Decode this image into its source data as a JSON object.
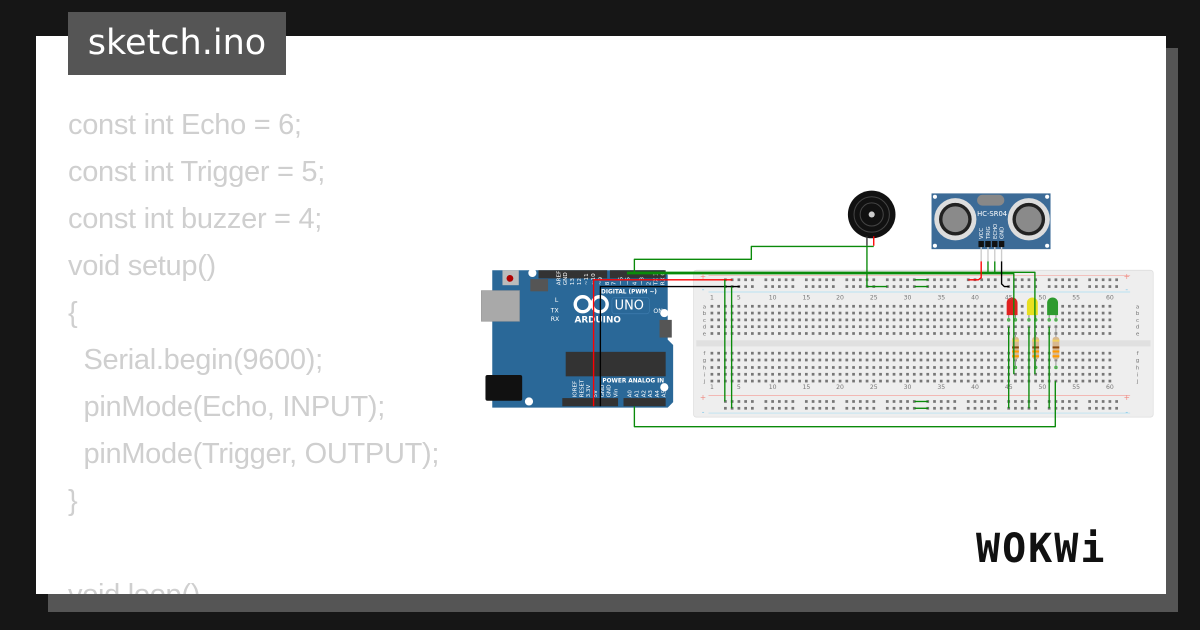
{
  "title": "sketch.ino",
  "code_lines": [
    "const int Echo = 6;",
    "const int Trigger = 5;",
    "const int buzzer = 4;",
    "void setup()",
    "{",
    "  Serial.begin(9600);",
    "  pinMode(Echo, INPUT);",
    "  pinMode(Trigger, OUTPUT);",
    "}",
    "",
    "void loop()"
  ],
  "arduino": {
    "model": "UNO",
    "brand": "ARDUINO",
    "digital_label": "DIGITAL (PWM ~)",
    "power_label": "POWER",
    "analog_label": "ANALOG IN",
    "on_label": "ON",
    "led_l": "L",
    "led_tx": "TX",
    "led_rx": "RX",
    "top_pins": [
      "AREF",
      "GND",
      "13",
      "12",
      "~11",
      "~10",
      "~9",
      "8",
      "7",
      "~6",
      "~5",
      "4",
      "~3",
      "2",
      "TX 1",
      "RX 0"
    ],
    "power_pins": [
      "IOREF",
      "RESET",
      "3.3V",
      "5V",
      "GND",
      "GND",
      "Vin"
    ],
    "analog_pins": [
      "A0",
      "A1",
      "A2",
      "A3",
      "A4",
      "A5"
    ],
    "board_color": "#2a6898"
  },
  "sensor": {
    "name": "HC-SR04",
    "pins": [
      "VCC",
      "TRIG",
      "ECHO",
      "GND"
    ]
  },
  "breadboard": {
    "column_numbers": [
      "1",
      "5",
      "10",
      "15",
      "20",
      "25",
      "30",
      "35",
      "40",
      "45",
      "50",
      "55",
      "60"
    ],
    "rows_top": [
      "a",
      "b",
      "c",
      "d",
      "e"
    ],
    "rows_bottom": [
      "f",
      "g",
      "h",
      "i",
      "j"
    ],
    "rail_plus": "+",
    "rail_minus": "-"
  },
  "leds": [
    {
      "color": "red",
      "hex": "#e02020"
    },
    {
      "color": "yellow",
      "hex": "#e8e020"
    },
    {
      "color": "green",
      "hex": "#2e9a2e"
    }
  ],
  "wire_colors": {
    "green": "#0a8a0a",
    "red": "#ff0000",
    "black": "#000000"
  },
  "logo": "WOKWi"
}
